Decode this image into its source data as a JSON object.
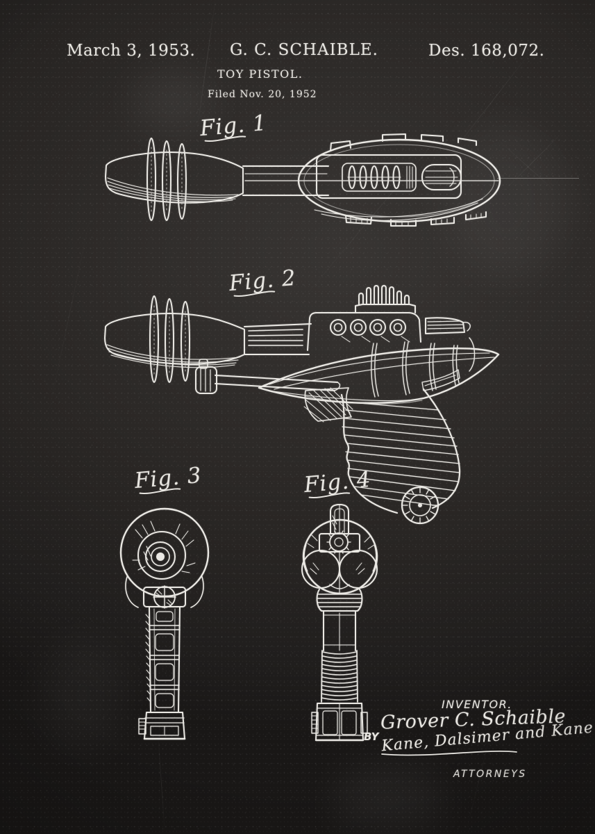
{
  "poster": {
    "style": "chalkboard patent print",
    "background_color": "#2b2826",
    "chalk_color": "#e9e7e2"
  },
  "header": {
    "date": "March 3, 1953.",
    "author": "G. C. SCHAIBLE.",
    "patent_number": "Des. 168,072.",
    "title": "TOY PISTOL.",
    "filed_line": "Filed Nov. 20, 1952"
  },
  "figures": {
    "fig1": {
      "label": "Fig. 1",
      "depicts": "toy ray-gun pistol, top plan view"
    },
    "fig2": {
      "label": "Fig. 2",
      "depicts": "toy ray-gun pistol, side elevation with grip"
    },
    "fig3": {
      "label": "Fig. 3",
      "depicts": "toy ray-gun pistol, front muzzle view"
    },
    "fig4": {
      "label": "Fig. 4",
      "depicts": "toy ray-gun pistol, rear view"
    }
  },
  "signature_block": {
    "inventor_caption": "INVENTOR.",
    "inventor_name": "Grover C. Schaible",
    "by_label": "BY",
    "attorney_signature": "Kane, Dalsimer and Kane",
    "attorneys_caption": "ATTORNEYS"
  }
}
